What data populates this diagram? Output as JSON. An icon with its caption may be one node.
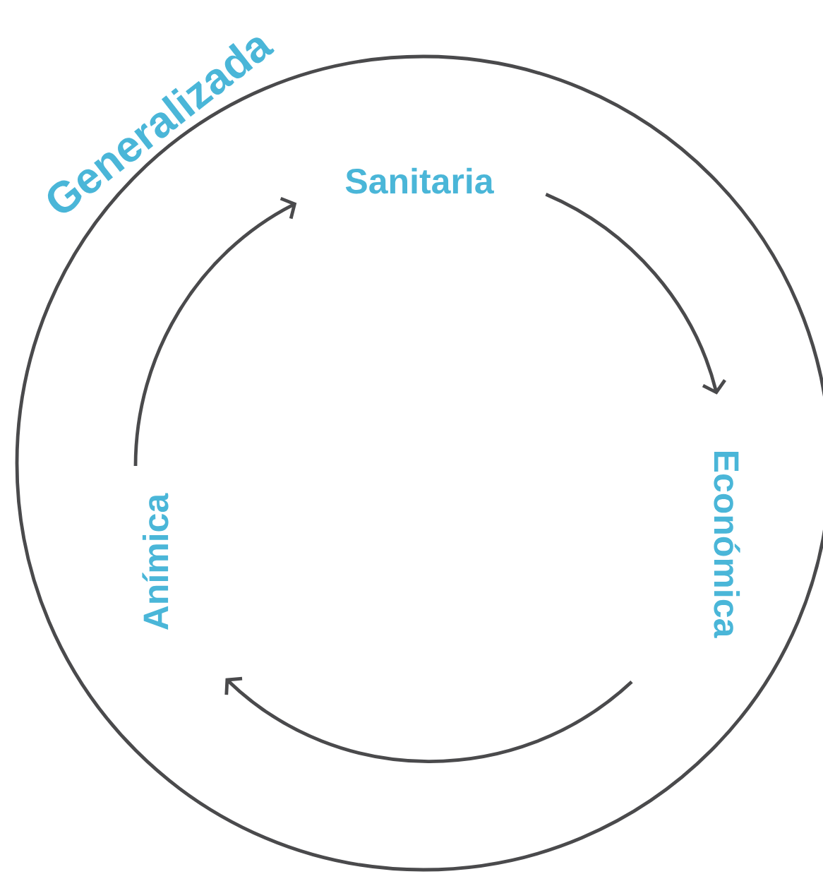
{
  "diagram": {
    "nodes": [
      {
        "text": [
          "Generalizada"
        ]
      },
      {
        "text": [
          "Sanitaria"
        ],
        "in": 0
      },
      {
        "text": [
          "Económica"
        ],
        "in": 0
      },
      {
        "text": [
          "Anímica"
        ],
        "in": 0
      }
    ],
    "edges": [
      {
        "from": 3,
        "to": 1,
        "arrow": "to"
      },
      {
        "from": 1,
        "to": 2,
        "arrow": "to"
      },
      {
        "from": 2,
        "to": 3,
        "arrow": "to"
      }
    ]
  }
}
